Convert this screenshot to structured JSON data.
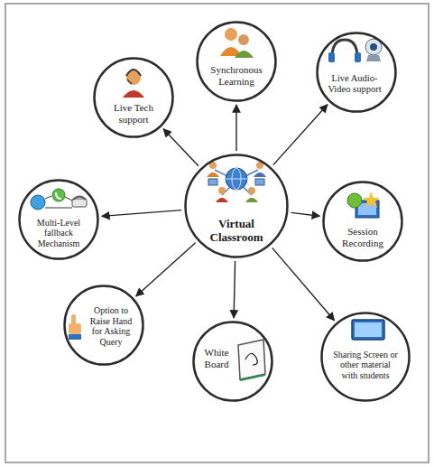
{
  "diagram": {
    "nodes": [
      {
        "text": [
          "Live Tech support"
        ]
      },
      {
        "text": [
          "Synchronous Learning"
        ]
      },
      {
        "text": [
          "Live Audio-Video support"
        ]
      },
      {
        "text": [
          "Multi-Level fallback Mechanism"
        ]
      },
      {
        "text": [
          "Virtual Classroom"
        ]
      },
      {
        "text": [
          "Session Recording"
        ]
      },
      {
        "text": [
          "Option to Raise Hand for Asking Query"
        ]
      },
      {
        "text": [
          "White Board"
        ]
      },
      {
        "text": [
          "Sharing Screen or other material with students"
        ]
      }
    ],
    "edges": [
      {
        "from": 4,
        "to": 0,
        "arrow": "to"
      },
      {
        "from": 4,
        "to": 1,
        "arrow": "to"
      },
      {
        "from": 4,
        "to": 2,
        "arrow": "to"
      },
      {
        "from": 4,
        "to": 3,
        "arrow": "to"
      },
      {
        "from": 4,
        "to": 5,
        "arrow": "to"
      },
      {
        "from": 4,
        "to": 6,
        "arrow": "to"
      },
      {
        "from": 4,
        "to": 7,
        "arrow": "to"
      },
      {
        "from": 4,
        "to": 8,
        "arrow": "to"
      }
    ]
  }
}
